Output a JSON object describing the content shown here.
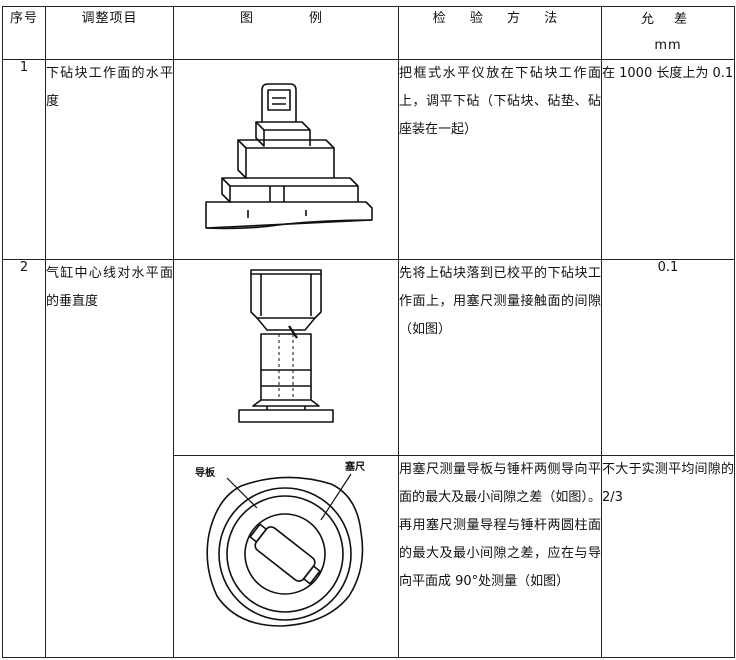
{
  "header": {
    "no": "序号",
    "item": "调整项目",
    "figure": "图　　例",
    "method": "检 验 方 法",
    "allowance": "允 差",
    "unit": "mm"
  },
  "rows": [
    {
      "no": "1",
      "item": "下砧块工作面的水平度",
      "method": "把框式水平仪放在下砧块工作面上，调平下砧（下砧块、砧垫、砧座装在一起）",
      "allowance": "在 1000 长度上为 0.1"
    },
    {
      "no": "2",
      "item": "气缸中心线对水平面的垂直度",
      "method": "先将上砧块落到已校平的下砧块工作面上，用塞尺测量接触面的间隙（如图）",
      "allowance": "0.1"
    },
    {
      "method": "用塞尺测量导板与锤杆两侧导向平面的最大及最小间隙之差（如图）。再用塞尺测量导程与锤杆两圆柱面的最大及最小间隙之差，应在与导向平面成 90°处测量（如图）",
      "allowance": "不大于实测平均间隙的 2/3"
    }
  ],
  "figure_labels": {
    "guide": "导板",
    "feeler": "塞尺"
  }
}
